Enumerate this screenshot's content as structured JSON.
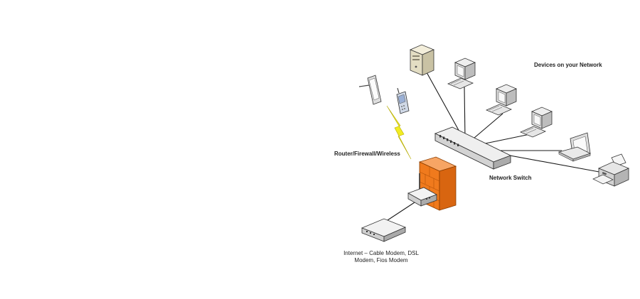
{
  "labels": {
    "devices_title": "Devices on your Network",
    "router_label": "Router/Firewall/Wireless",
    "switch_label": "Network Switch",
    "modem_line1": "Internet – Cable Modem, DSL",
    "modem_line2": "Modem, Fios Modem"
  },
  "colors": {
    "firewall_orange": "#f07a1d",
    "lightning_yellow": "#f2ec23",
    "device_gray": "#dcdcdc",
    "line": "#1a1a1a"
  },
  "icons": [
    "server-icon",
    "desktop-icon",
    "laptop-icon",
    "printer-icon",
    "smartphone-icon",
    "cellphone-icon",
    "network-switch-icon",
    "wireless-router-icon",
    "firewall-icon",
    "modem-icon",
    "lightning-icon"
  ]
}
